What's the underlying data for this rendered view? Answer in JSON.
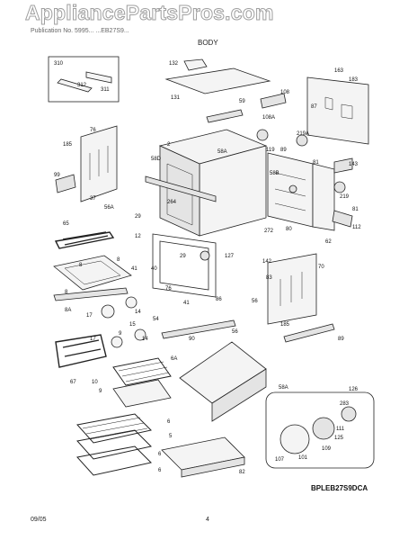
{
  "watermark": "AppliancePartsPros.com",
  "header": {
    "model_line": "Publication No. 5995...   ...EB27S9...",
    "section_title": "BODY"
  },
  "diagram_code": "BPLEB27S9DCA",
  "footer": {
    "date": "09/05",
    "page_number": "4"
  },
  "callouts": [
    "310",
    "312",
    "311",
    "132",
    "131",
    "163",
    "183",
    "108",
    "59",
    "87",
    "108A",
    "219A",
    "119",
    "89",
    "81",
    "143",
    "2",
    "58D",
    "58A",
    "58B",
    "76",
    "185",
    "99",
    "37",
    "56A",
    "29",
    "65",
    "12",
    "264",
    "272",
    "80",
    "219",
    "81",
    "112",
    "62",
    "8",
    "70",
    "127",
    "83",
    "142",
    "41",
    "40",
    "29",
    "8",
    "76",
    "56",
    "8A",
    "17",
    "14",
    "15",
    "54",
    "41",
    "86",
    "185",
    "8",
    "89",
    "67",
    "17",
    "9",
    "14",
    "6A",
    "10",
    "9",
    "6",
    "5",
    "56",
    "90",
    "58A",
    "126",
    "283",
    "111",
    "125",
    "109",
    "101",
    "107",
    "82",
    "6",
    "6"
  ]
}
